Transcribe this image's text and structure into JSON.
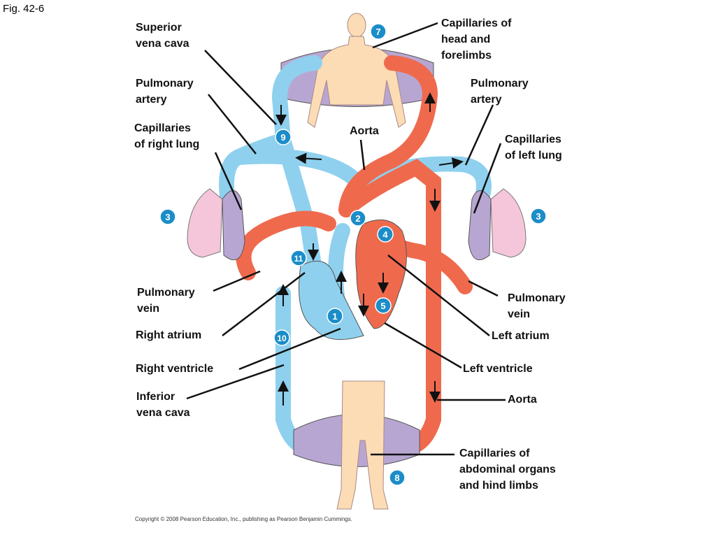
{
  "figure_label": "Fig. 42-6",
  "labels": {
    "superior_vena_cava": [
      "Superior",
      "vena cava"
    ],
    "pulmonary_artery_left_side": [
      "Pulmonary",
      "artery"
    ],
    "capillaries_right_lung": [
      "Capillaries",
      "of right lung"
    ],
    "aorta_top": "Aorta",
    "capillaries_head": [
      "Capillaries of",
      "head and",
      "forelimbs"
    ],
    "pulmonary_artery_right_side": [
      "Pulmonary",
      "artery"
    ],
    "capillaries_left_lung": [
      "Capillaries",
      "of left lung"
    ],
    "pulmonary_vein_left_side": [
      "Pulmonary",
      "vein"
    ],
    "right_atrium": "Right atrium",
    "right_ventricle": "Right ventricle",
    "inferior_vena_cava": [
      "Inferior",
      "vena cava"
    ],
    "pulmonary_vein_right_side": [
      "Pulmonary",
      "vein"
    ],
    "left_atrium": "Left atrium",
    "left_ventricle": "Left ventricle",
    "aorta_bottom": "Aorta",
    "capillaries_abdominal": [
      "Capillaries of",
      "abdominal organs",
      "and hind limbs"
    ]
  },
  "step_markers": [
    "1",
    "2",
    "3",
    "3",
    "4",
    "5",
    "7",
    "8",
    "9",
    "10",
    "11"
  ],
  "copyright": "Copyright © 2008 Pearson Education, Inc., publishing as Pearson Benjamin Cummings.",
  "colors": {
    "oxygen_poor": "#8fd0ee",
    "oxygen_rich": "#ef6a4d",
    "capillary_mix": "#b8a6d2",
    "lung": "#f5c6da",
    "body": "#fbdcb5",
    "marker": "#1b8dc8"
  }
}
